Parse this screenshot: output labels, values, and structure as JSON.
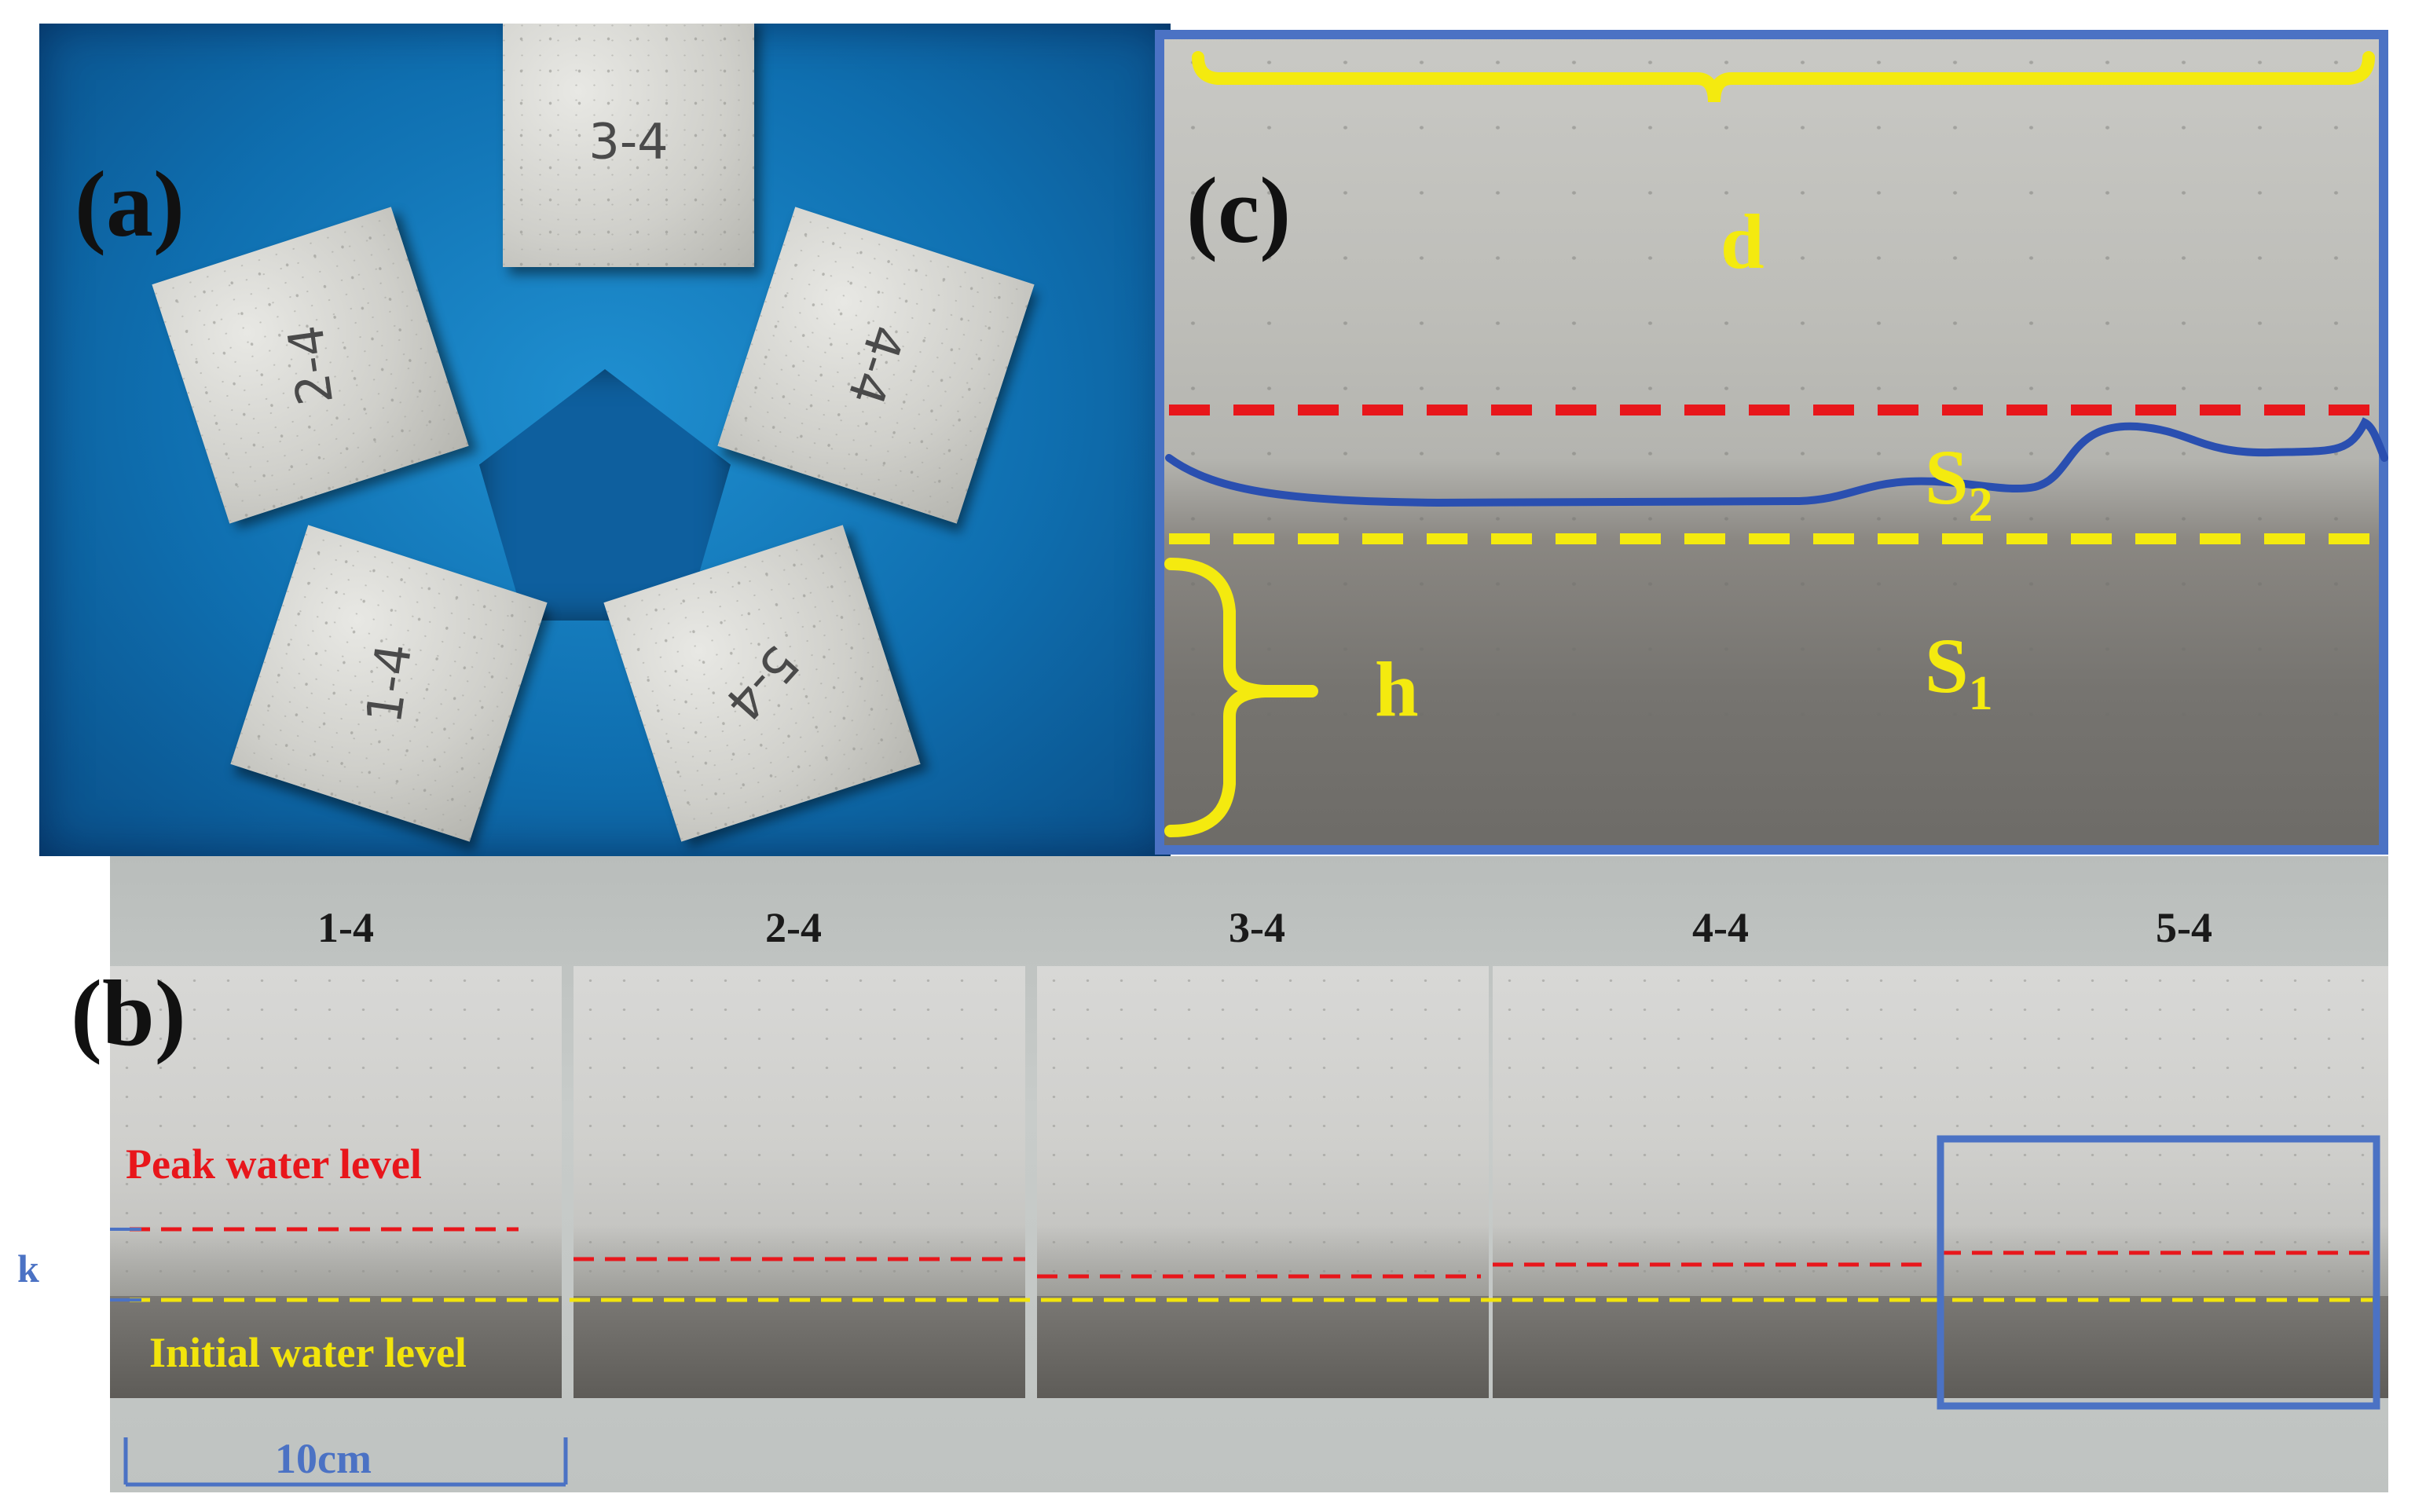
{
  "panel_a": {
    "label": "(a)",
    "cubes": [
      {
        "mark": "3-4"
      },
      {
        "mark": "4-4"
      },
      {
        "mark": "5-4"
      },
      {
        "mark": "1-4"
      },
      {
        "mark": "2-4"
      }
    ]
  },
  "panel_b": {
    "label": "(b)",
    "cube_labels": [
      "1-4",
      "2-4",
      "3-4",
      "4-4",
      "5-4"
    ],
    "peak_label": "Peak water level",
    "initial_label": "Initial water level",
    "k_label": "k",
    "scale_label": "10cm"
  },
  "panel_c": {
    "label": "(c)",
    "d_label": "d",
    "h_label": "h",
    "s1_main": "S",
    "s1_sub": "1",
    "s2_main": "S",
    "s2_sub": "2"
  },
  "colors": {
    "peak_line": "#e8161b",
    "initial_line": "#f2e40c",
    "frame_blue": "#4b72c4",
    "annotation_yellow": "#f4ea0f",
    "profile_blue": "#2a4fb0"
  }
}
